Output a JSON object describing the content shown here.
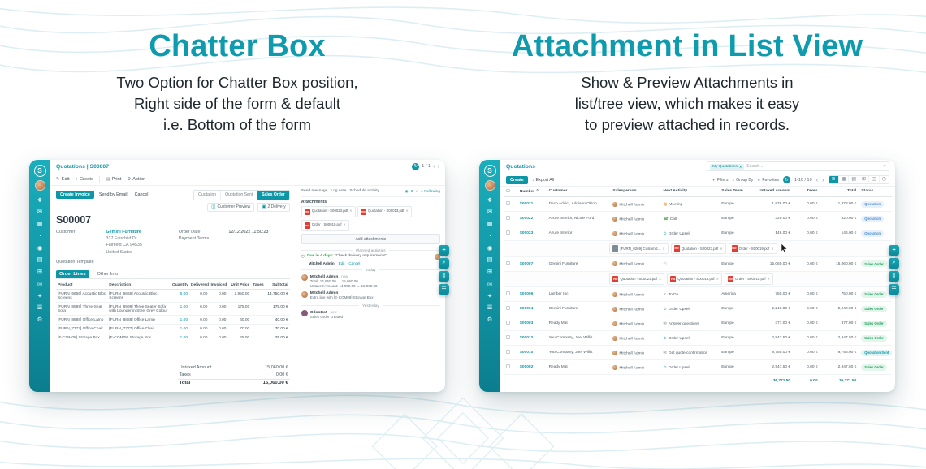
{
  "left_panel": {
    "title": "Chatter Box",
    "subtitle_lines": [
      "Two Option for Chatter Box position,",
      "Right side of the form & default",
      "i.e. Bottom of the form"
    ]
  },
  "right_panel": {
    "title": "Attachment in List View",
    "subtitle_lines": [
      "Show & Preview Attachments in",
      "list/tree view, which makes it easy",
      "to preview attached in records."
    ]
  },
  "app_chrome": {
    "logo_letter": "S",
    "round_icon_glyph": "↻",
    "pager_prev": "‹",
    "pager_next": "›",
    "search_magnifier_glyph": "⌕",
    "sidebar_icons": [
      {
        "name": "apps-menu-icon",
        "glyph": "❖"
      },
      {
        "name": "discuss-icon",
        "glyph": "✉"
      },
      {
        "name": "calendar-icon",
        "glyph": "▦"
      },
      {
        "name": "crm-icon",
        "glyph": "◔"
      },
      {
        "name": "sales-icon",
        "glyph": "◉"
      },
      {
        "name": "dashboard-icon",
        "glyph": "▤"
      },
      {
        "name": "inventory-icon",
        "glyph": "⊞"
      },
      {
        "name": "accounting-icon",
        "glyph": "◎"
      },
      {
        "name": "purchase-icon",
        "glyph": "✦"
      },
      {
        "name": "hr-icon",
        "glyph": "☰"
      },
      {
        "name": "settings-icon",
        "glyph": "⚙"
      }
    ],
    "float_buttons": [
      {
        "name": "theme-customizer-button",
        "glyph": "✦"
      },
      {
        "name": "search-panel-button",
        "glyph": "⌕"
      },
      {
        "name": "apps-drawer-button",
        "glyph": "⠿"
      },
      {
        "name": "documentation-button",
        "glyph": "☰"
      }
    ]
  },
  "form_view": {
    "breadcrumb": "Quotations | S00007",
    "pager": "1 / 1",
    "toolbar_items": [
      {
        "icon": "✎",
        "label": "Edit"
      },
      {
        "icon": "+",
        "label": "Create"
      },
      {
        "sep": true
      },
      {
        "icon": "▤",
        "label": "Print"
      },
      {
        "icon": "⚙",
        "label": "Action"
      }
    ],
    "header_buttons": {
      "primary": "Create Invoice",
      "secondary": [
        "Send by Email",
        "Cancel"
      ]
    },
    "statusbar": [
      {
        "label": "Quotation",
        "active": false
      },
      {
        "label": "Quotation Sent",
        "active": false
      },
      {
        "label": "Sales Order",
        "active": true
      }
    ],
    "smart_buttons": [
      {
        "glyph": "◫",
        "label": "Customer Preview"
      },
      {
        "glyph": "▣",
        "label": "2 Delivery"
      }
    ],
    "record_name": "S00007",
    "fields": {
      "customer_label": "Customer",
      "customer_name": "Gemini Furniture",
      "customer_address": [
        "317 Fairchild Dr",
        "Fairfield CA 94535",
        "United States"
      ],
      "order_date_label": "Order Date",
      "order_date": "12/12/2022 11:50:23",
      "payment_terms_label": "Payment Terms",
      "quotation_template_label": "Quotation Template"
    },
    "tabs": [
      {
        "label": "Order Lines",
        "active": true
      },
      {
        "label": "Other Info",
        "active": false
      }
    ],
    "order_lines": {
      "headers": [
        "Product",
        "Description",
        "Quantity",
        "Delivered",
        "Invoiced",
        "Unit Price",
        "Taxes",
        "Subtotal"
      ],
      "rows": [
        {
          "product": "[FURN_6666] Acoustic Bloc Screens",
          "description": "[FURN_6666] Acoustic Bloc Screens",
          "qty": "5.00",
          "delivered": "0.00",
          "invoiced": "0.00",
          "price": "2,950.00",
          "taxes": "",
          "subtotal": "14,750.00 €"
        },
        {
          "product": "[FURN_8999] Three-Seat Sofa",
          "description": "[FURN_8999] Three Seater Sofa with Lounger in Steel Grey Colour",
          "qty": "1.00",
          "delivered": "0.00",
          "invoiced": "0.00",
          "price": "175.00",
          "taxes": "",
          "subtotal": "175.00 €"
        },
        {
          "product": "[FURN_8888] Office Lamp",
          "description": "[FURN_8888] Office Lamp",
          "qty": "1.00",
          "delivered": "0.00",
          "invoiced": "0.00",
          "price": "40.00",
          "taxes": "",
          "subtotal": "40.00 €"
        },
        {
          "product": "[FURN_7777] Office Chair",
          "description": "[FURN_7777] Office Chair",
          "qty": "1.00",
          "delivered": "0.00",
          "invoiced": "0.00",
          "price": "70.00",
          "taxes": "",
          "subtotal": "70.00 €"
        },
        {
          "product": "[E-COM08] Storage Box",
          "description": "[E-COM08] Storage Box",
          "qty": "1.00",
          "delivered": "0.00",
          "invoiced": "0.00",
          "price": "25.00",
          "taxes": "",
          "subtotal": "25.00 €"
        }
      ]
    },
    "totals": {
      "untaxed_label": "Untaxed Amount",
      "untaxed": "15,060.00 €",
      "taxes_label": "Taxes",
      "taxes": "0.00 €",
      "total_label": "Total",
      "total": "15,060.00 €"
    },
    "chatter": {
      "actions": [
        "Send message",
        "Log note",
        "Schedule activity"
      ],
      "followers_icon": "◉",
      "followers_count": "2",
      "following_icon": "✓",
      "following": "1 Following",
      "attachments_label": "Attachments",
      "attachments": [
        "Quotation - S00023.pdf",
        "Quotation - S00013.pdf",
        "Order - S00010.pdf"
      ],
      "add_attachments_label": "Add attachments",
      "planned_label": "Planned activities",
      "activity": {
        "due": "Due in 4 days:",
        "title": "“Check delivery requirements”",
        "assignee": "Mitchell Admin",
        "actions": [
          "Edit",
          "Cancel"
        ]
      },
      "timeline": [
        {
          "divider": "Today"
        },
        {
          "author": "Mitchell Admin",
          "time": "- now",
          "bot": false,
          "lines": [
            "Total: 14,950.00 → 15,060.00",
            "Untaxed Amount: 14,950.00 → 15,060.00"
          ]
        },
        {
          "author": "Mitchell Admin",
          "time": "",
          "bot": false,
          "lines": [
            "Extra line with [E-COM08] Storage Box"
          ]
        },
        {
          "divider": "Yesterday"
        },
        {
          "author": "OdooBot",
          "time": "- now",
          "bot": true,
          "lines": [
            "Sales Order created"
          ]
        }
      ]
    }
  },
  "list_view": {
    "breadcrumb": "Quotations",
    "search": {
      "facet": "My Quotations",
      "placeholder": "Search..."
    },
    "toolbar": {
      "create": "Create",
      "export": "Export All",
      "pager": "1-10 / 10"
    },
    "control_items": [
      {
        "icon": "▼",
        "label": "Filters"
      },
      {
        "icon": "≡",
        "label": "Group By"
      },
      {
        "icon": "★",
        "label": "Favorites"
      }
    ],
    "view_switcher": [
      {
        "name": "list-view-icon",
        "glyph": "≣",
        "active": true
      },
      {
        "name": "kanban-view-icon",
        "glyph": "▦",
        "active": false
      },
      {
        "name": "calendar-view-icon",
        "glyph": "▤",
        "active": false
      },
      {
        "name": "pivot-view-icon",
        "glyph": "⊞",
        "active": false
      },
      {
        "name": "graph-view-icon",
        "glyph": "◫",
        "active": false
      },
      {
        "name": "activity-view-icon",
        "glyph": "◷",
        "active": false
      }
    ],
    "columns": [
      {
        "label": "Number",
        "sort": true
      },
      {
        "label": "Customer",
        "sort": false
      },
      {
        "label": "Salesperson",
        "sort": false
      },
      {
        "label": "Next Activity",
        "sort": false
      },
      {
        "label": "Sales Team",
        "sort": false
      },
      {
        "label": "Untaxed Amount",
        "sort": false
      },
      {
        "label": "Taxes",
        "sort": false
      },
      {
        "label": "Total",
        "sort": false
      },
      {
        "label": "Status",
        "sort": false
      }
    ],
    "rows": [
      {
        "number": "S00021",
        "customer": "Deco Addict, Addison Olson",
        "salesperson": "Mitchell Admin",
        "activity": {
          "glyph": "▦",
          "color": "#e8a33d",
          "label": "Meeting"
        },
        "team": "Europe",
        "untaxed": "1,878.00 €",
        "taxes": "0.00 €",
        "total": "1,878.00 €",
        "status": "Quotation",
        "status_type": "quotation"
      },
      {
        "number": "S00022",
        "customer": "Azure Interior, Nicole Ford",
        "salesperson": "Mitchell Admin",
        "activity": {
          "glyph": "☎",
          "color": "#4caf50",
          "label": "Call"
        },
        "team": "Europe",
        "untaxed": "320.00 €",
        "taxes": "0.00 €",
        "total": "320.00 €",
        "status": "Quotation",
        "status_type": "quotation"
      },
      {
        "number": "S00023",
        "customer": "Azure Interior",
        "salesperson": "Mitchell Admin",
        "activity": {
          "glyph": "↻",
          "color": "#0d96a5",
          "label": "Order Upsell"
        },
        "team": "Europe",
        "untaxed": "146.00 €",
        "taxes": "0.00 €",
        "total": "146.00 €",
        "status": "Quotation",
        "status_type": "quotation",
        "attachments": {
          "chips": [
            {
              "name": "[FURN_0269] Customiz...",
              "kind": "file"
            },
            {
              "name": "Quotation - S00023.pdf",
              "kind": "pdf"
            },
            {
              "name": "Order - S00019.pdf",
              "kind": "pdf"
            }
          ],
          "cursor": true
        }
      },
      {
        "number": "S00007",
        "customer": "Gemini Furniture",
        "salesperson": "Mitchell Admin",
        "activity": null,
        "team": "Europe",
        "untaxed": "15,060.00 €",
        "taxes": "0.00 €",
        "total": "15,060.00 €",
        "status": "Sales Order",
        "status_type": "sales-order",
        "attachments": {
          "chips": [
            {
              "name": "Quotation - S00023.pdf",
              "kind": "pdf"
            },
            {
              "name": "Quotation - S00013.pdf",
              "kind": "pdf"
            },
            {
              "name": "Order - S00010.pdf",
              "kind": "pdf"
            }
          ],
          "cursor": false
        }
      },
      {
        "number": "S00006",
        "customer": "Lumber Inc",
        "salesperson": "Mitchell Admin",
        "activity": {
          "glyph": "✓",
          "color": "#7a8790",
          "label": "To Do"
        },
        "team": "America",
        "untaxed": "750.00 €",
        "taxes": "0.00 €",
        "total": "750.00 €",
        "status": "Sales Order",
        "status_type": "sales-order"
      },
      {
        "number": "S00004",
        "customer": "Gemini Furniture",
        "salesperson": "Mitchell Admin",
        "activity": {
          "glyph": "↻",
          "color": "#0d96a5",
          "label": "Order Upsell"
        },
        "team": "Europe",
        "untaxed": "2,240.00 €",
        "taxes": "0.00 €",
        "total": "2,240.00 €",
        "status": "Sales Order",
        "status_type": "sales-order"
      },
      {
        "number": "S00003",
        "customer": "Ready Mat",
        "salesperson": "Mitchell Admin",
        "activity": {
          "glyph": "✉",
          "color": "#7a8790",
          "label": "Answer questions"
        },
        "team": "Europe",
        "untaxed": "377.00 €",
        "taxes": "0.00 €",
        "total": "377.00 €",
        "status": "Sales Order",
        "status_type": "sales-order"
      },
      {
        "number": "S00012",
        "customer": "YourCompany, Joel Willis",
        "salesperson": "Mitchell Admin",
        "activity": {
          "glyph": "↻",
          "color": "#0d96a5",
          "label": "Order Upsell"
        },
        "team": "Europe",
        "untaxed": "2,947.50 €",
        "taxes": "0.00 €",
        "total": "2,947.50 €",
        "status": "Sales Order",
        "status_type": "sales-order"
      },
      {
        "number": "S00010",
        "customer": "YourCompany, Joel Willis",
        "salesperson": "Mitchell Admin",
        "activity": {
          "glyph": "✉",
          "color": "#7a8790",
          "label": "Get quote confirmation"
        },
        "team": "Europe",
        "untaxed": "9,755.00 €",
        "taxes": "0.00 €",
        "total": "9,755.00 €",
        "status": "Quotation Sent",
        "status_type": "sent"
      },
      {
        "number": "S00002",
        "customer": "Ready Mat",
        "salesperson": "Mitchell Admin",
        "activity": {
          "glyph": "↻",
          "color": "#0d96a5",
          "label": "Order Upsell"
        },
        "team": "Europe",
        "untaxed": "2,947.50 €",
        "taxes": "0.00 €",
        "total": "2,947.50 €",
        "status": "Sales Order",
        "status_type": "sales-order"
      }
    ],
    "footer": {
      "untaxed": "36,771.50",
      "taxes": "0.00",
      "total": "36,771.50"
    }
  }
}
